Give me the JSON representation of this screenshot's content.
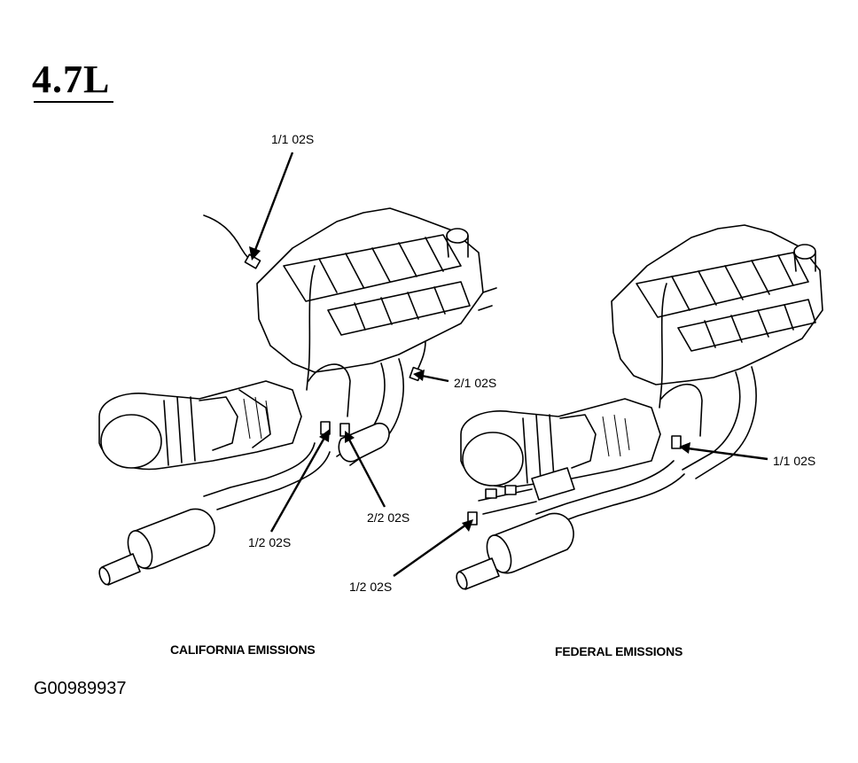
{
  "title": "4.7L",
  "labels": {
    "cal_upstream_bank1": "1/1 02S",
    "cal_upstream_bank2": "2/1 02S",
    "cal_downstream_bank2": "2/2 02S",
    "cal_downstream_bank1": "1/2 02S",
    "fed_upstream_bank1": "1/1 02S",
    "fed_downstream_bank1": "1/2 02S"
  },
  "captions": {
    "california": "CALIFORNIA EMISSIONS",
    "federal": "FEDERAL EMISSIONS"
  },
  "figure_id": "G00989937"
}
